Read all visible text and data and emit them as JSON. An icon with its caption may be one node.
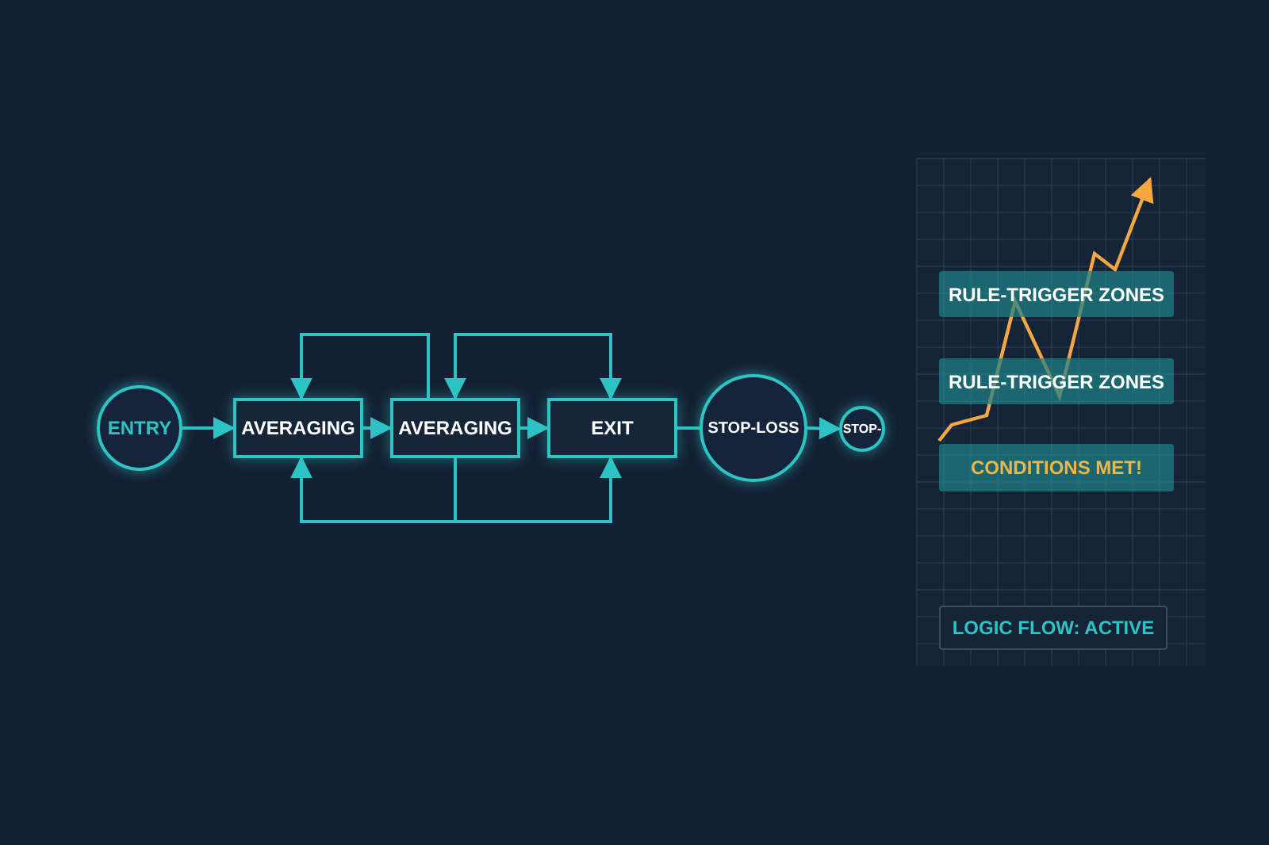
{
  "diagram": {
    "nodes": [
      {
        "text": [
          "ENTRY"
        ]
      },
      {
        "text": [
          "AVERAGING"
        ]
      },
      {
        "text": [
          "AVERAGING"
        ]
      },
      {
        "text": [
          "EXIT"
        ]
      },
      {
        "text": [
          "STOP-LOSS"
        ]
      },
      {
        "text": [
          "STOP-"
        ]
      },
      {
        "text": [
          "RULE-TRIGGER ZONES"
        ]
      },
      {
        "text": [
          "RULE-TRIGGER ZONES"
        ]
      },
      {
        "text": [
          "CONDITIONS MET!"
        ]
      },
      {
        "text": [
          "LOGIC FLOW: ACTIVE"
        ]
      }
    ],
    "edges": [
      {
        "from": 0,
        "to": 1,
        "arrow": "to"
      },
      {
        "from": 1,
        "to": 2,
        "arrow": "to"
      },
      {
        "from": 2,
        "to": 3,
        "arrow": "to"
      },
      {
        "from": 3,
        "to": 4,
        "arrow": "none"
      },
      {
        "from": 4,
        "to": 5,
        "arrow": "to"
      },
      {
        "from": 2,
        "to": 1,
        "arrow": "to"
      },
      {
        "from": 2,
        "to": 3,
        "arrow": "both"
      },
      {
        "from": 2,
        "to": 1,
        "arrow": "to"
      },
      {
        "from": 2,
        "to": 3,
        "arrow": "to"
      }
    ]
  }
}
